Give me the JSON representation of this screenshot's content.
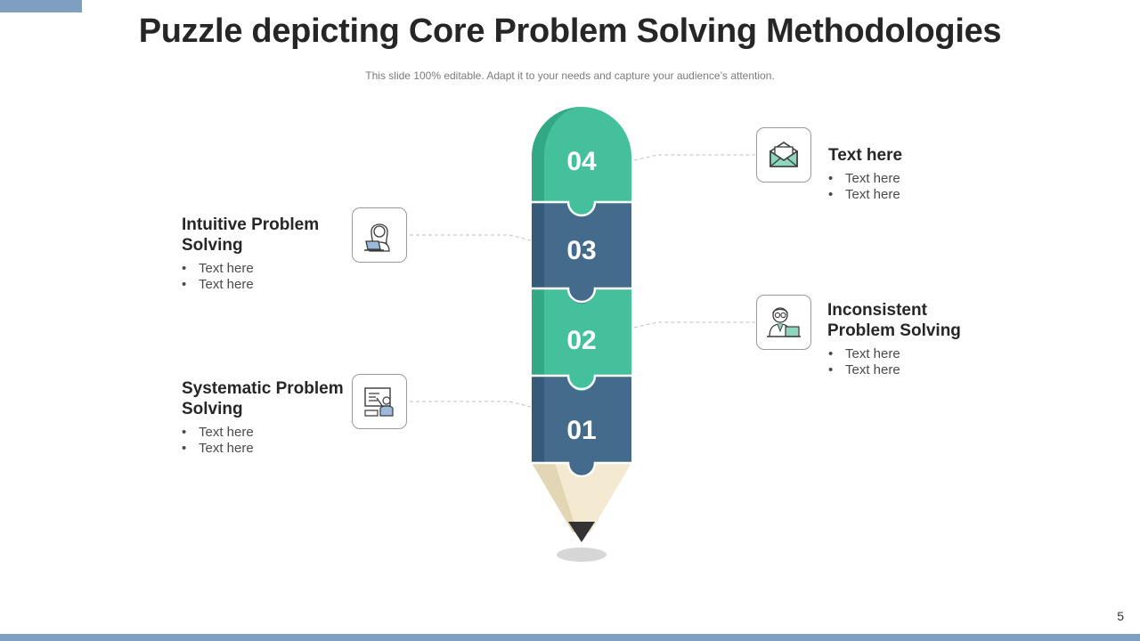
{
  "slide": {
    "title": "Puzzle depicting Core Problem Solving Methodologies",
    "subtitle": "This slide 100% editable. Adapt it to your needs and capture your audience’s attention.",
    "page_number": "5"
  },
  "colors": {
    "accent_bar": "#7f9fc1",
    "green": "#44c19c",
    "green_dark": "#33a885",
    "blue": "#446a8c",
    "blue_dark": "#365a7a",
    "pencil_wood": "#f4ead2",
    "pencil_lead": "#333333"
  },
  "pencil": {
    "segments": [
      {
        "number": "04",
        "color": "green"
      },
      {
        "number": "03",
        "color": "blue"
      },
      {
        "number": "02",
        "color": "green"
      },
      {
        "number": "01",
        "color": "blue"
      }
    ]
  },
  "items": {
    "top_right": {
      "title_line1": "Text here",
      "title_line2": "",
      "bullets": [
        "Text here",
        "Text here"
      ],
      "icon": "envelope-icon"
    },
    "mid_left": {
      "title_line1": "Intuitive Problem",
      "title_line2": "Solving",
      "bullets": [
        "Text here",
        "Text here"
      ],
      "icon": "woman-laptop-icon"
    },
    "mid_right": {
      "title_line1": "Inconsistent",
      "title_line2": "Problem Solving",
      "bullets": [
        "Text here",
        "Text here"
      ],
      "icon": "old-man-desk-icon"
    },
    "bottom_left": {
      "title_line1": "Systematic Problem",
      "title_line2": "Solving",
      "bullets": [
        "Text here",
        "Text here"
      ],
      "icon": "presentation-board-icon"
    }
  }
}
